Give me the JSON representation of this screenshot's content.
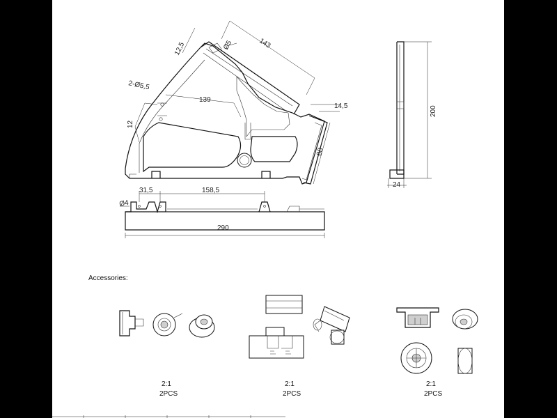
{
  "dimensions": {
    "d_12_5": "12,5",
    "d_143": "143",
    "d_phi5": "Ø5",
    "d_2phi5_5": "2-Ø5,5",
    "d_139": "139",
    "d_14_5": "14,5",
    "d_12": "12",
    "d_88": "88",
    "d_200": "200",
    "d_24": "24",
    "d_phi4": "Ø4",
    "d_31_5": "31,5",
    "d_158_5": "158,5",
    "d_290": "290"
  },
  "accessories": {
    "title": "Accessories:",
    "groups": [
      {
        "scale": "2:1",
        "qty": "2PCS"
      },
      {
        "scale": "2:1",
        "qty": "2PCS"
      },
      {
        "scale": "2:1",
        "qty": "2PCS"
      }
    ]
  }
}
